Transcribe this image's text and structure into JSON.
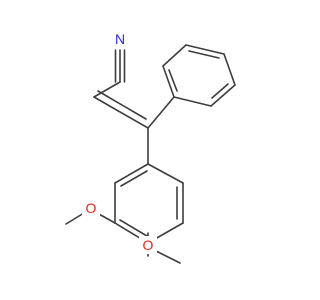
{
  "molecule": {
    "atoms": [
      {
        "label": "N",
        "color": "#2a2ad6"
      },
      {
        "label": "O",
        "color": "#d62a1e"
      },
      {
        "label": "O",
        "color": "#d62a1e"
      }
    ],
    "bond_color": "#3d3d3d"
  }
}
